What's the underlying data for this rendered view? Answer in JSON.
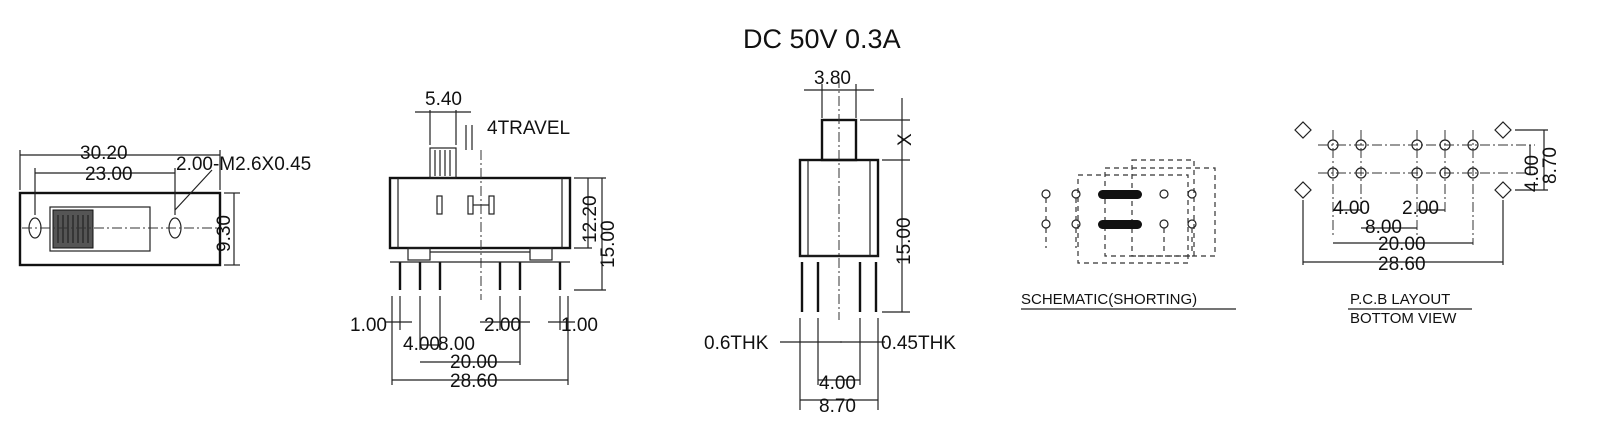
{
  "header": {
    "rating": "DC  50V  0.3A"
  },
  "top_view": {
    "width_overall": "30.20",
    "hole_pitch": "23.00",
    "screw_note": "2.00-M2.6X0.45",
    "height": "9.30"
  },
  "side_view": {
    "actuator_width": "5.40",
    "travel": "4TRAVEL",
    "height_body": "12.20",
    "height_overall": "15.00",
    "edge_left": "1.00",
    "edge_right": "1.00",
    "pitch_a": "2.00",
    "pitch_b": "4.00",
    "pitch_c": "8.00",
    "span": "20.00",
    "overall": "28.60"
  },
  "front_view": {
    "actuator_width": "3.80",
    "actuator_x": "X",
    "height": "15.00",
    "thk_left": "0.6THK",
    "thk_right": "0.45THK",
    "pin_pitch": "4.00",
    "width": "8.70"
  },
  "schematic": {
    "caption": "SCHEMATIC(SHORTING)"
  },
  "pcb_layout": {
    "caption_1": "P.C.B LAYOUT",
    "caption_2": "BOTTOM VIEW",
    "row_pitch": "4.00",
    "height": "8.70",
    "pitch_a": "4.00",
    "pitch_b": "2.00",
    "pitch_c": "8.00",
    "span": "20.00",
    "overall": "28.60"
  }
}
